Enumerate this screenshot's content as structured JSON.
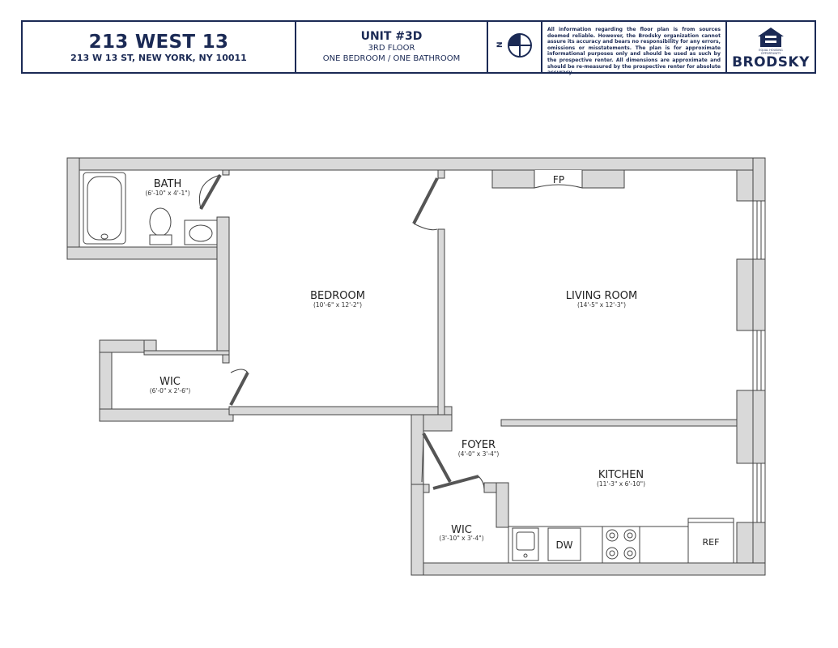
{
  "header": {
    "building_name": "213 WEST 13",
    "building_address": "213 W 13 ST, NEW YORK, NY 10011",
    "unit_number": "UNIT #3D",
    "floor": "3RD FLOOR",
    "unit_type": "ONE BEDROOM / ONE BATHROOM",
    "compass_label": "N",
    "disclaimer": "All information regarding the floor plan is from sources deemed reliable. However, the Brodsky organization cannot assure its accuracy and bears no responsibility for any errors, omissions or misstatements. The plan is for approximate informational purposes only and should be used as such by the prospective renter. All dimensions are approximate and should be re-measured by the prospective renter for absolute accuracy.",
    "logo_caption": "EQUAL HOUSING OPPORTUNITY",
    "logo_name": "BRODSKY"
  },
  "rooms": {
    "bath": {
      "name": "BATH",
      "dims": "(6'-10\" x 4'-1\")"
    },
    "bedroom": {
      "name": "BEDROOM",
      "dims": "(10'-6\" x 12'-2\")"
    },
    "living_room": {
      "name": "LIVING ROOM",
      "dims": "(14'-5\" x 12'-3\")"
    },
    "wic_bedroom": {
      "name": "WIC",
      "dims": "(6'-0\" x 2'-6\")"
    },
    "foyer": {
      "name": "FOYER",
      "dims": "(4'-0\" x 3'-4\")"
    },
    "kitchen": {
      "name": "KITCHEN",
      "dims": "(11'-3\" x 6'-10\")"
    },
    "wic_foyer": {
      "name": "WIC",
      "dims": "(3'-10\" x 3'-4\")"
    }
  },
  "fixtures": {
    "fireplace": "FP",
    "dishwasher": "DW",
    "refrigerator": "REF"
  },
  "colors": {
    "brand_navy": "#1b2a55",
    "wall_fill": "#d9d9d9",
    "wall_stroke": "#444444"
  }
}
